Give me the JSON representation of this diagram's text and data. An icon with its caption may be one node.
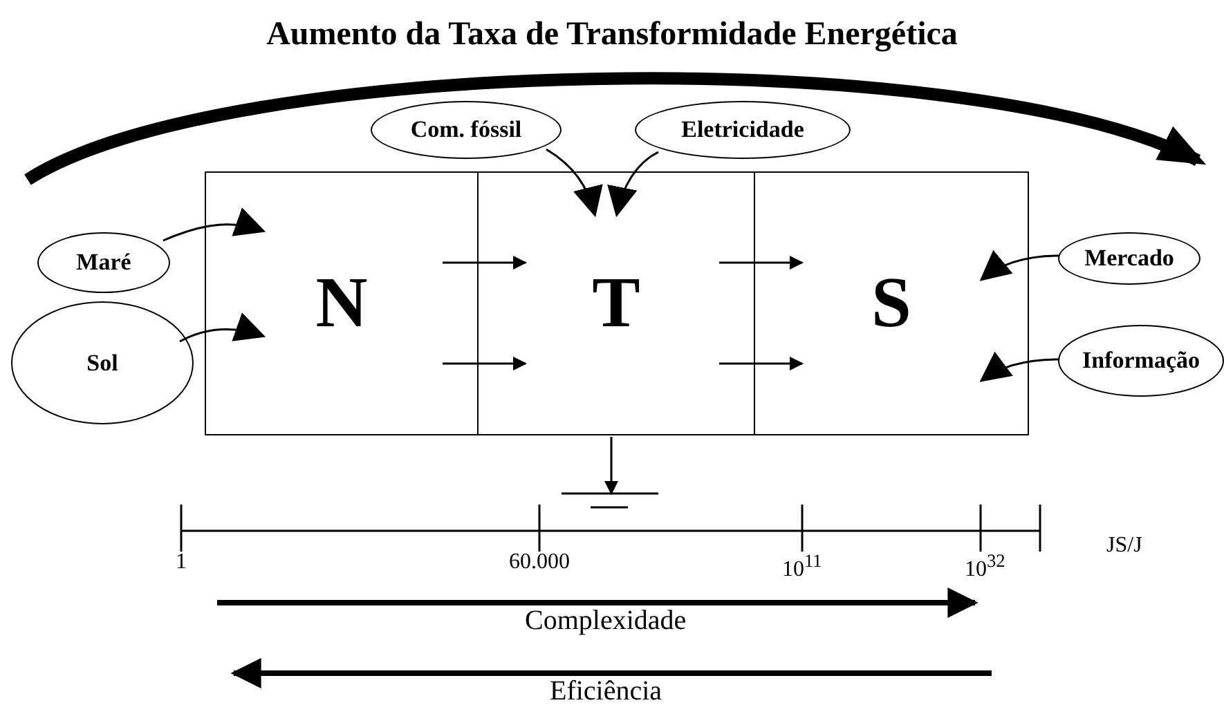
{
  "diagram": {
    "title": "Aumento da Taxa de Transformidade Energética",
    "nodes": [
      {
        "text": [
          "Maré"
        ]
      },
      {
        "text": [
          "Sol"
        ]
      },
      {
        "text": [
          "Com. fóssil"
        ]
      },
      {
        "text": [
          "Eletricidade"
        ]
      },
      {
        "text": [
          "N"
        ]
      },
      {
        "text": [
          "T"
        ]
      },
      {
        "text": [
          "S"
        ]
      },
      {
        "text": [
          "Mercado"
        ]
      },
      {
        "text": [
          "Informação"
        ]
      },
      {
        "text": [],
        "shape": "ground"
      }
    ],
    "edges": [
      {
        "from": 0,
        "to": 4,
        "arrow": "to"
      },
      {
        "from": 1,
        "to": 4,
        "arrow": "to"
      },
      {
        "from": 2,
        "to": 5,
        "arrow": "to"
      },
      {
        "from": 3,
        "to": 5,
        "arrow": "to"
      },
      {
        "from": 4,
        "to": 5,
        "arrow": "to"
      },
      {
        "from": 4,
        "to": 5,
        "arrow": "to"
      },
      {
        "from": 5,
        "to": 6,
        "arrow": "to"
      },
      {
        "from": 5,
        "to": 6,
        "arrow": "to"
      },
      {
        "from": 7,
        "to": 6,
        "arrow": "to"
      },
      {
        "from": 8,
        "to": 6,
        "arrow": "to"
      },
      {
        "from": 5,
        "to": 9,
        "arrow": "to"
      }
    ],
    "labels": [
      "1",
      "60.000",
      "10$^{11}$",
      "10$^{32}$",
      "JS/J",
      "Complexidade",
      "Eficiência"
    ]
  }
}
